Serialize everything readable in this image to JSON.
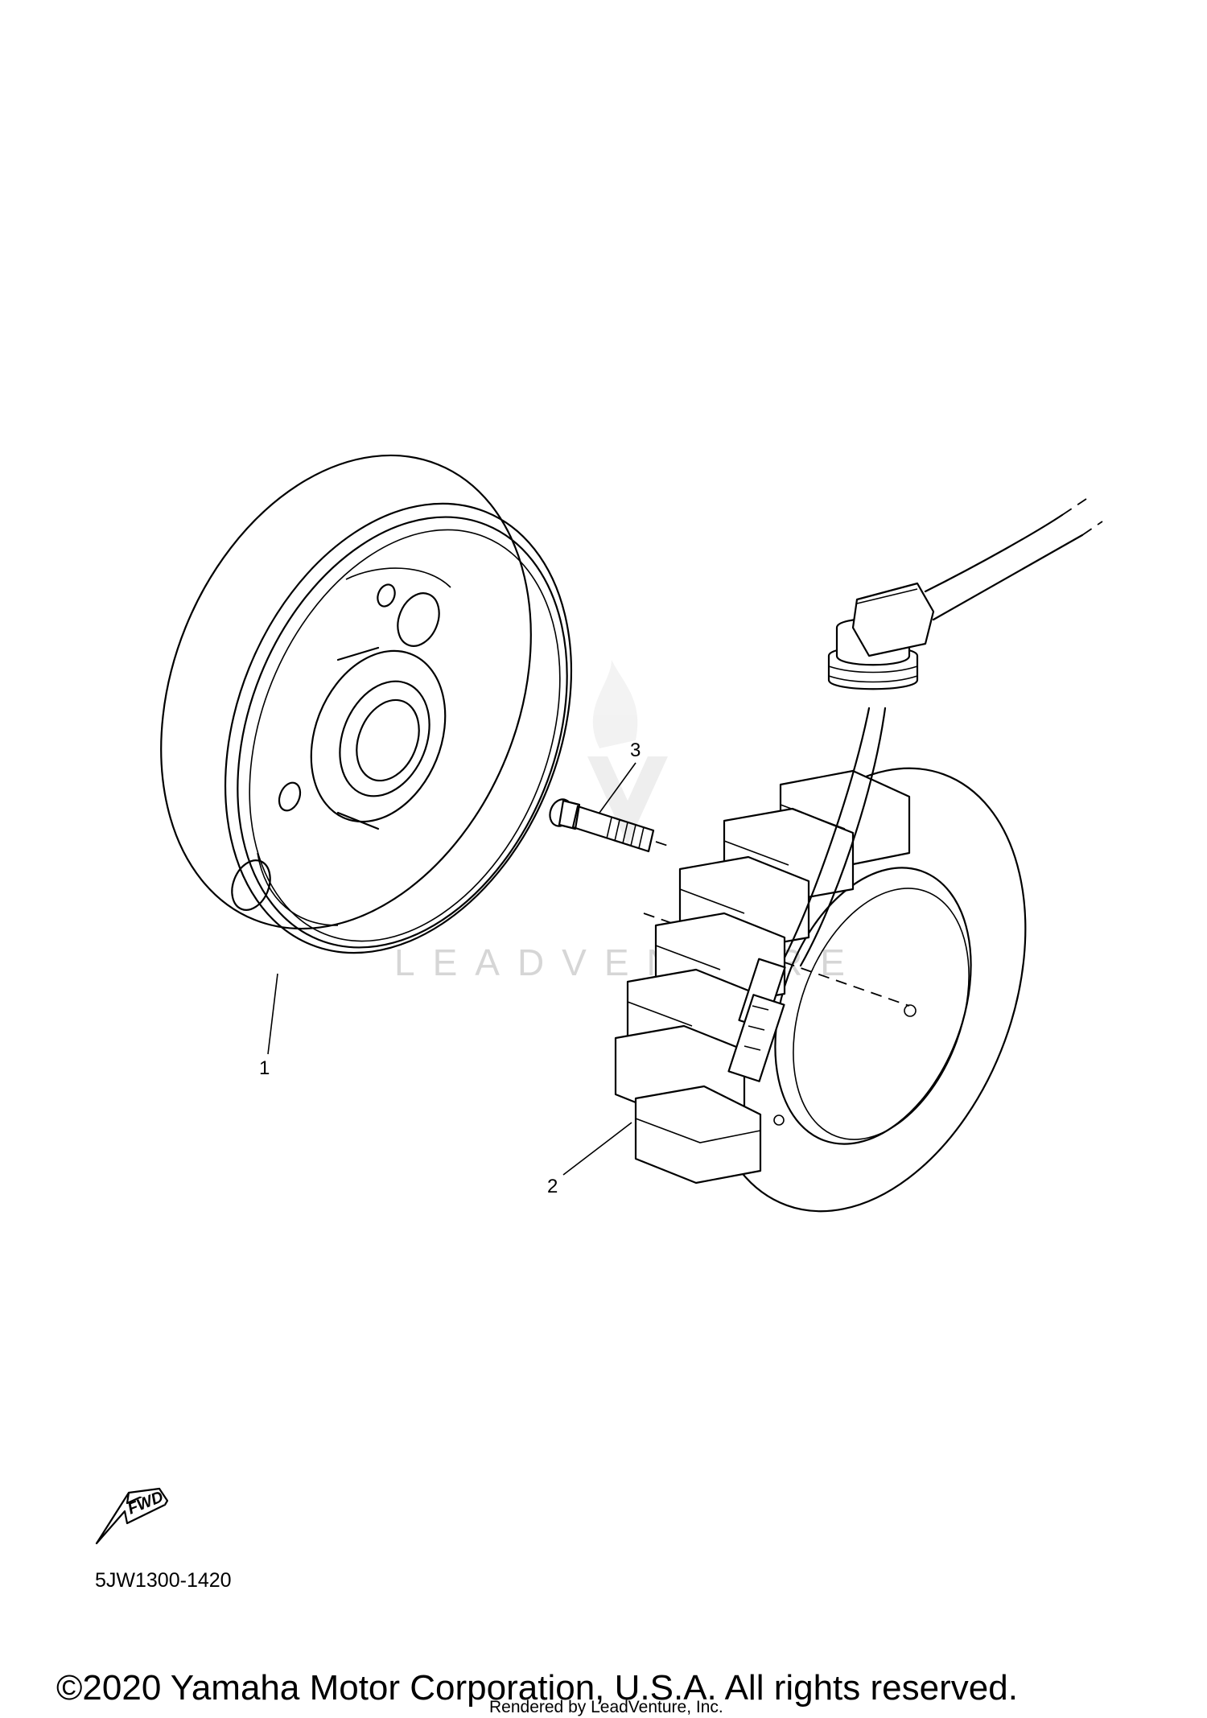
{
  "diagram": {
    "callouts": [
      {
        "id": "1",
        "label": "1"
      },
      {
        "id": "2",
        "label": "2"
      },
      {
        "id": "3",
        "label": "3"
      }
    ],
    "direction_label": "FWD",
    "diagram_code": "5JW1300-1420",
    "watermark_text": "LEADVENTURE"
  },
  "footer": {
    "copyright": "©2020 Yamaha Motor Corporation, U.S.A. All rights reserved.",
    "rendered_by": "Rendered by LeadVenture, Inc."
  }
}
